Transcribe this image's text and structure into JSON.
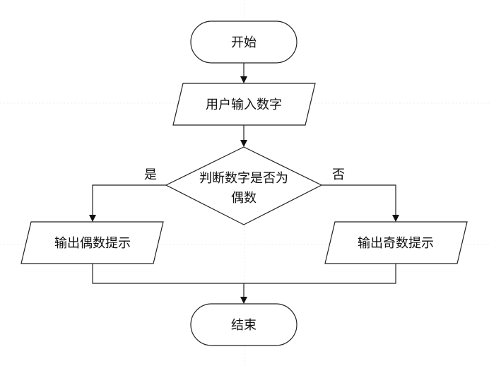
{
  "nodes": {
    "start": {
      "label": "开始",
      "shape": "terminator"
    },
    "input": {
      "label": "用户输入数字",
      "shape": "parallelogram"
    },
    "decision": {
      "label_line1": "判断数字是否为",
      "label_line2": "偶数",
      "shape": "diamond"
    },
    "even": {
      "label": "输出偶数提示",
      "shape": "parallelogram"
    },
    "odd": {
      "label": "输出奇数提示",
      "shape": "parallelogram"
    },
    "end": {
      "label": "结束",
      "shape": "terminator"
    }
  },
  "edges": [
    {
      "from": "start",
      "to": "input",
      "label": ""
    },
    {
      "from": "input",
      "to": "decision",
      "label": ""
    },
    {
      "from": "decision",
      "to": "even",
      "label": "是"
    },
    {
      "from": "decision",
      "to": "odd",
      "label": "否"
    },
    {
      "from": "even",
      "to": "end",
      "label": ""
    },
    {
      "from": "odd",
      "to": "end",
      "label": ""
    }
  ],
  "edge_labels": {
    "yes": "是",
    "no": "否"
  },
  "colors": {
    "stroke": "#222222",
    "fill": "#ffffff",
    "text": "#111111",
    "grid": "#ececec"
  }
}
